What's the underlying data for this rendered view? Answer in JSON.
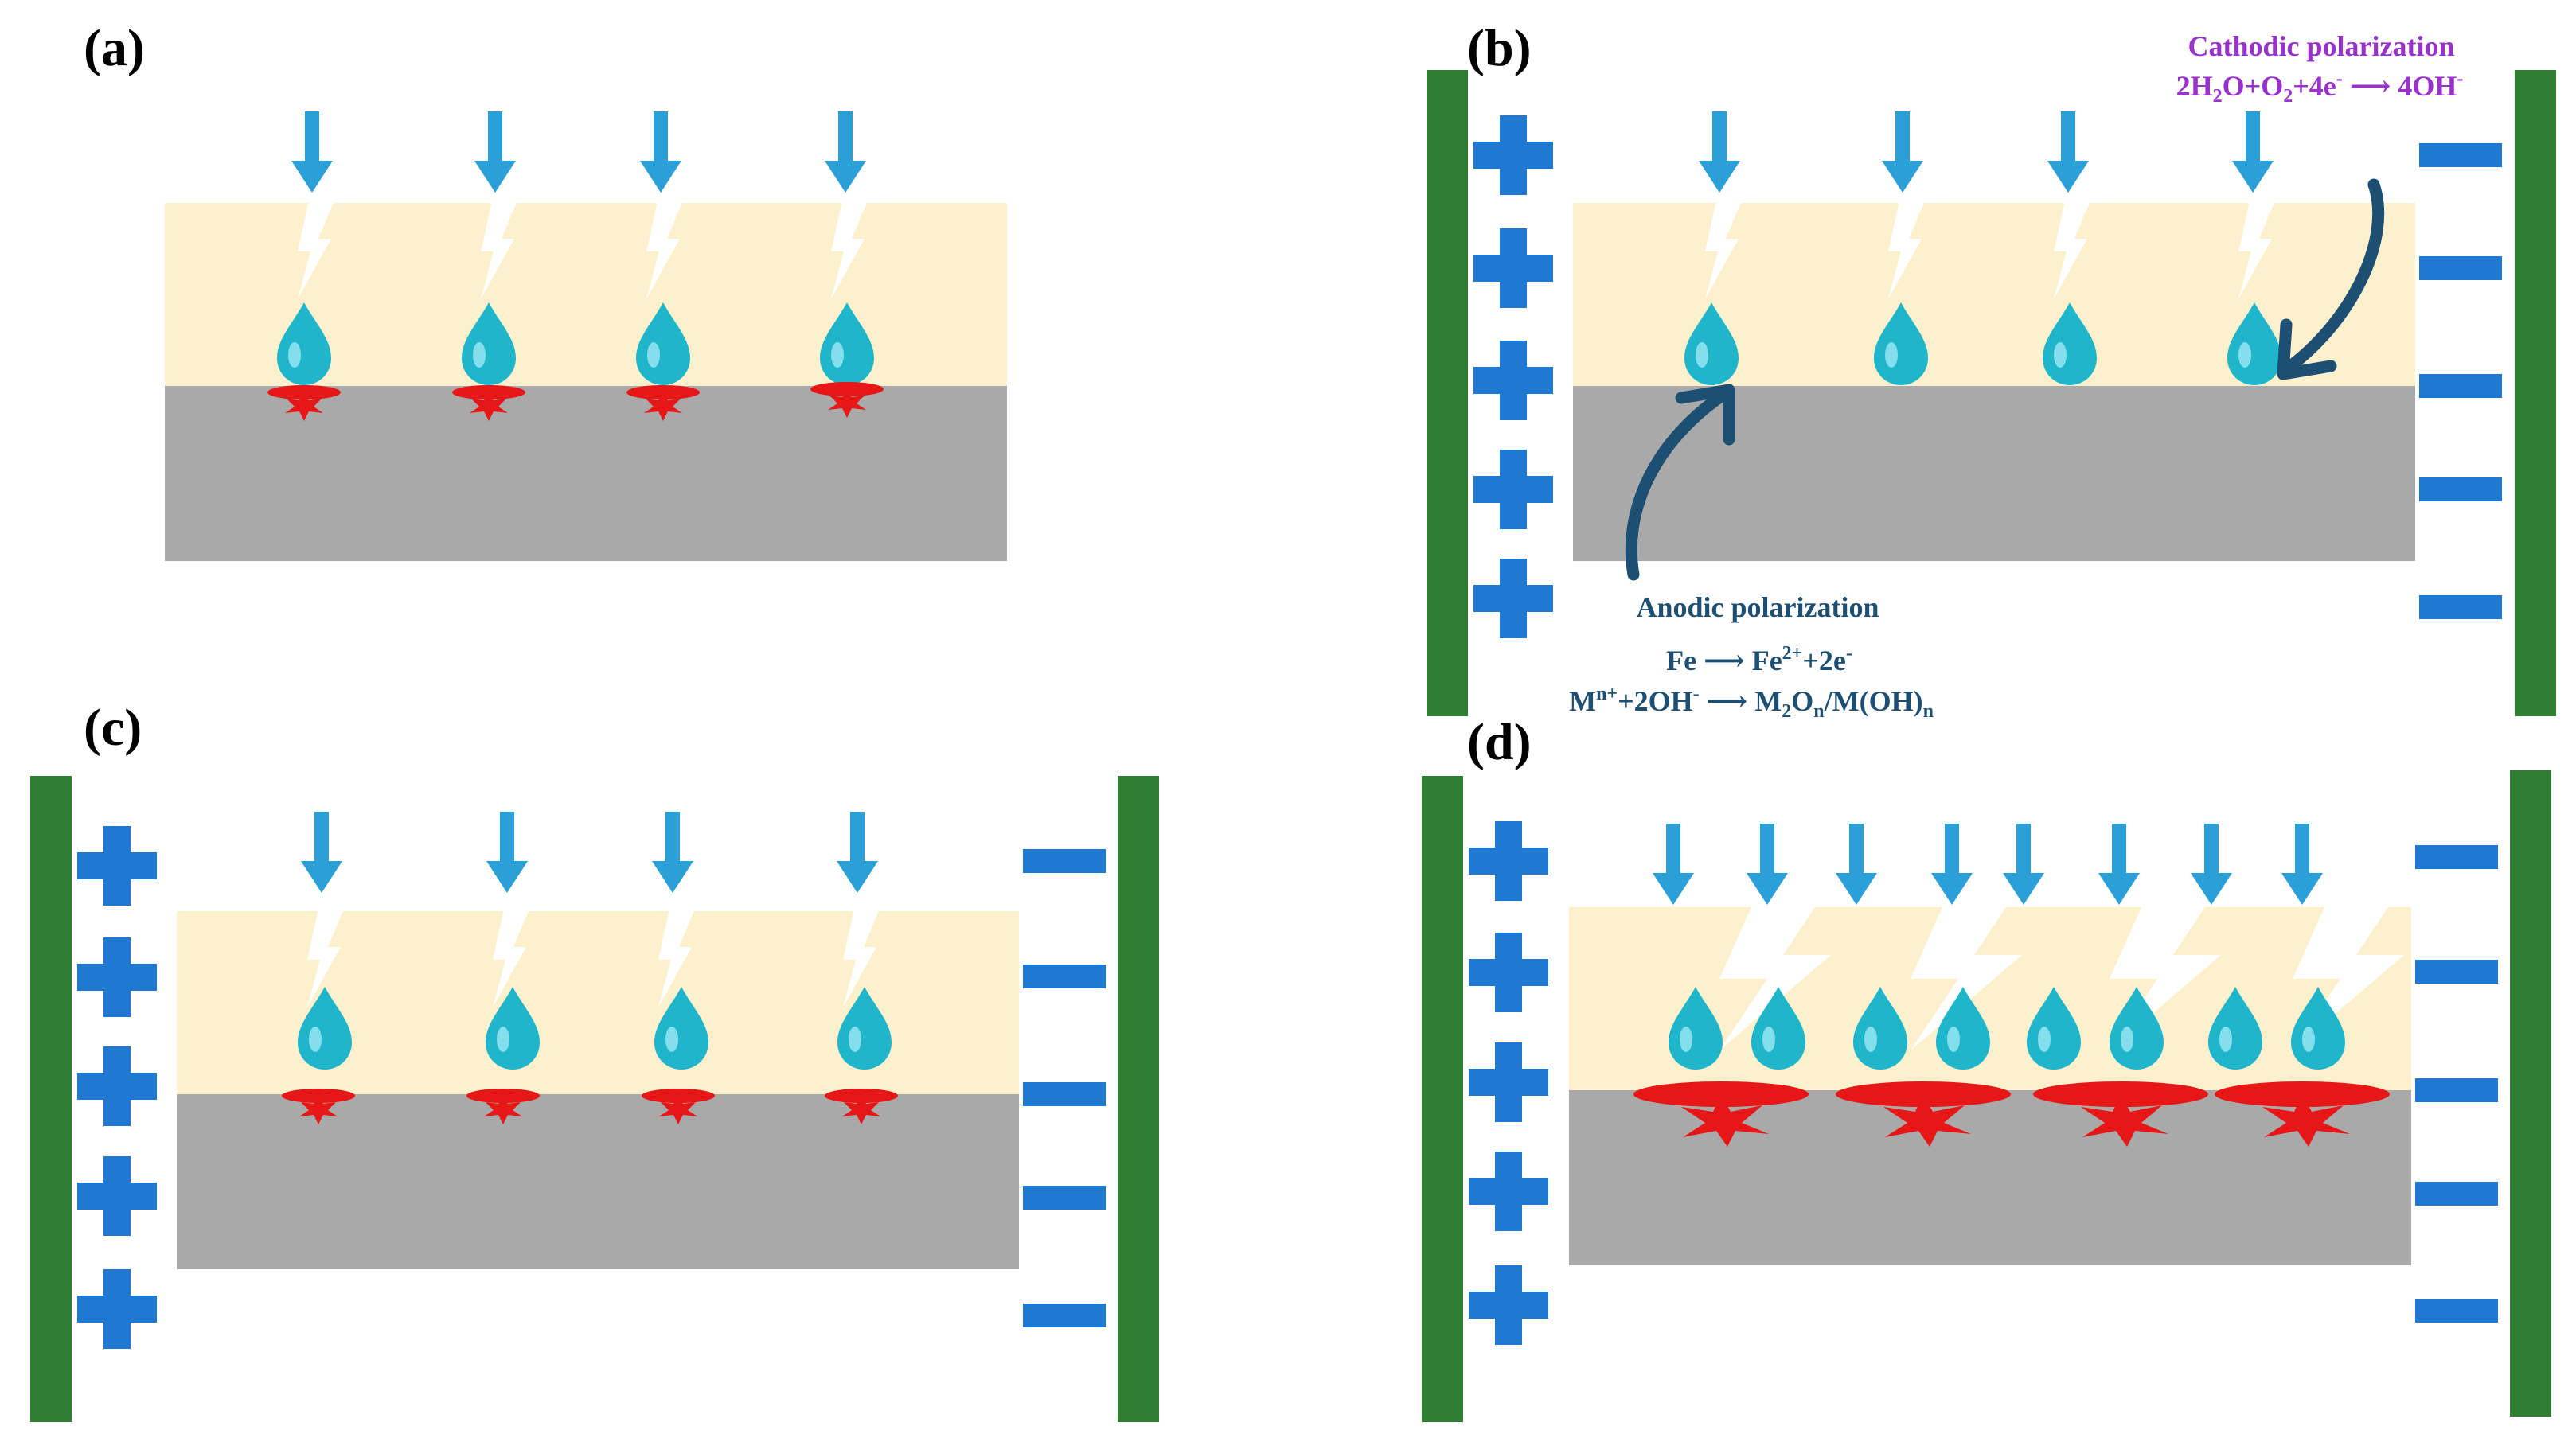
{
  "colors": {
    "coating": "#fdf0cd",
    "substrate": "#a9a9a9",
    "electrode": "#2e7d32",
    "sign": "#1f78d1",
    "arrow": "#2a9fd8",
    "droplet": "#1fb6cc",
    "corrosion": "#e81717",
    "annotation": "#1d4f73",
    "cathodic": "#9932cc"
  },
  "panels": [
    {
      "id": "a",
      "label": "(a)",
      "electrodes": false,
      "severity": "initial"
    },
    {
      "id": "b",
      "label": "(b)",
      "electrodes": true,
      "severity": "none"
    },
    {
      "id": "c",
      "label": "(c)",
      "electrodes": true,
      "severity": "initial"
    },
    {
      "id": "d",
      "label": "(d)",
      "electrodes": true,
      "severity": "severe"
    }
  ],
  "annotations": {
    "cathodic_title": "Cathodic polarization",
    "anodic_title": "Anodic polarization"
  },
  "icons": [
    "arrow-down-icon",
    "lightning-icon",
    "droplet-icon",
    "plus-icon",
    "minus-icon",
    "corrosion-splash-icon"
  ]
}
